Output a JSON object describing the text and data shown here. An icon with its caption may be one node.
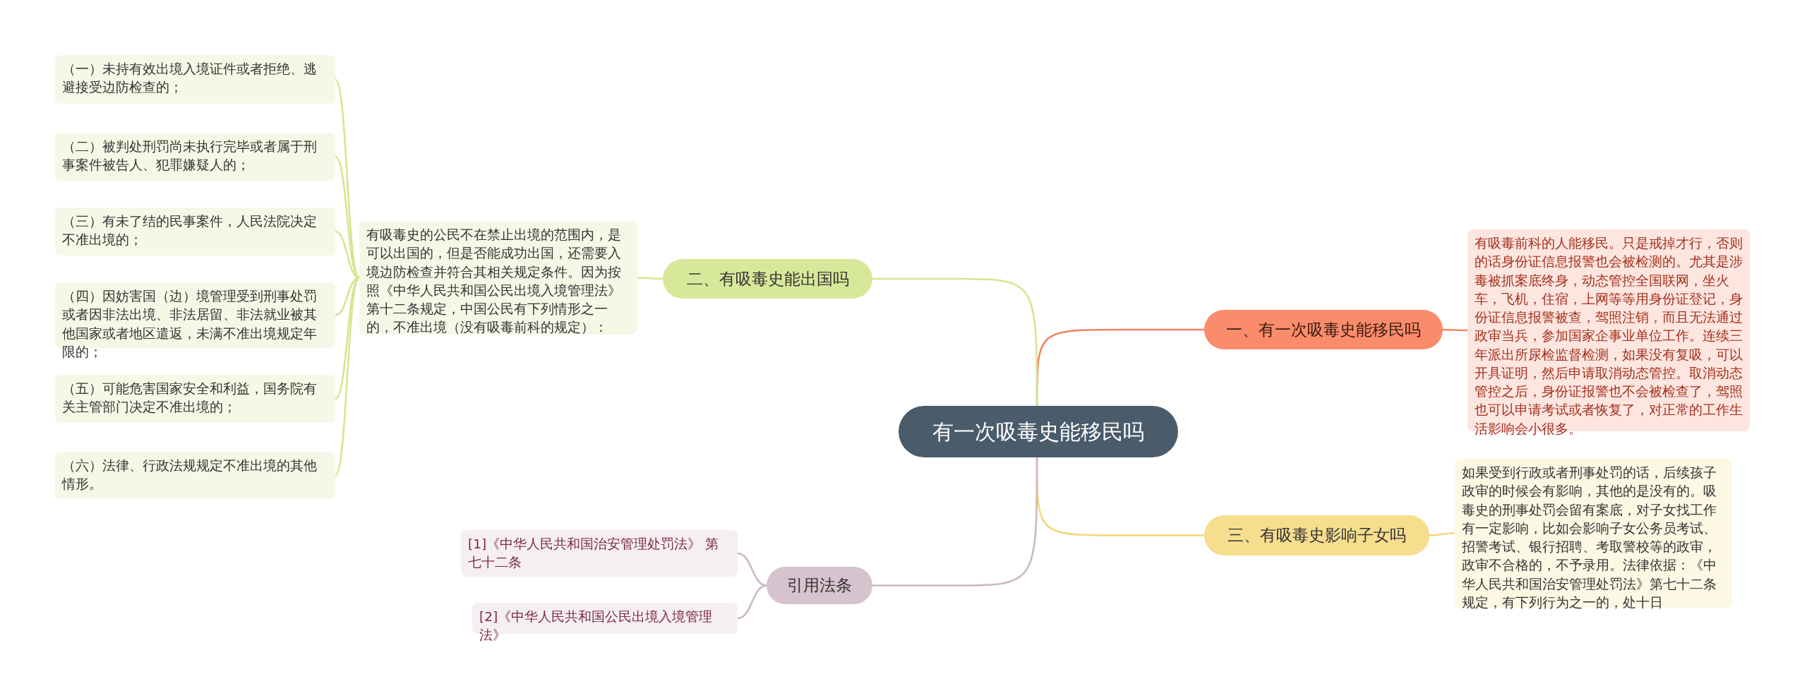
{
  "diagram": {
    "nodes": [
      {
        "text": [
          "有一次吸毒史能移民吗"
        ]
      },
      {
        "text": [
          "一、有一次吸毒史能移民吗"
        ]
      },
      {
        "text": [
          "有吸毒前科的人能移民。只是戒掉才行，否则的话身份证信息报警也会被检测的。尤其是涉毒被抓案底终身，动态管控全国联网，坐火车，飞机，住宿，上网等等用身份证登记，身份证信息报警被查，驾照注销，而且无法通过政审当兵，参加国家企事业单位工作。连续三年派出所尿检监督检测，如果没有复吸，可以开具证明，然后申请取消动态管控。取消动态管控之后，身份证报警也不会被检查了，驾照也可以申请考试或者恢复了，对正常的工作生活影响会小很多。"
        ]
      },
      {
        "text": [
          "二、有吸毒史能出国吗"
        ]
      },
      {
        "text": [
          "有吸毒史的公民不在禁止出境的范围内，是可以出国的，但是否能成功出国，还需要入境边防检查并符合其相关规定条件。因为按照《中华人民共和国公民出境入境管理法》第十二条规定，中国公民有下列情形之一的，不准出境（没有吸毒前科的规定）："
        ]
      },
      {
        "text": [
          "（一）未持有效出境入境证件或者拒绝、逃避接受边防检查的；"
        ]
      },
      {
        "text": [
          "（二）被判处刑罚尚未执行完毕或者属于刑事案件被告人、犯罪嫌疑人的；"
        ]
      },
      {
        "text": [
          "（三）有未了结的民事案件，人民法院决定不准出境的；"
        ]
      },
      {
        "text": [
          "（四）因妨害国（边）境管理受到刑事处罚或者因非法出境、非法居留、非法就业被其他国家或者地区遣返，未满不准出境规定年限的；"
        ]
      },
      {
        "text": [
          "（五）可能危害国家安全和利益，国务院有关主管部门决定不准出境的；"
        ]
      },
      {
        "text": [
          "（六）法律、行政法规规定不准出境的其他情形。"
        ]
      },
      {
        "text": [
          "三、有吸毒史影响子女吗"
        ]
      },
      {
        "text": [
          "如果受到行政或者刑事处罚的话，后续孩子政审的时候会有影响，其他的是没有的。吸毒史的刑事处罚会留有案底，对子女找工作有一定影响，比如会影响子女公务员考试、招警考试、银行招聘、考取警校等的政审，政审不合格的，不予录用。法律依据：《中华人民共和国治安管理处罚法》第七十二条规定，有下列行为之一的，处十日"
        ]
      },
      {
        "text": [
          "引用法条"
        ]
      },
      {
        "text": [
          "[1]《中华人民共和国治安管理处罚法》 第七十二条"
        ]
      },
      {
        "text": [
          "[2]《中华人民共和国公民出境入境管理法》"
        ]
      }
    ],
    "edges": [
      {
        "from": 0,
        "to": 1,
        "arrow": "none",
        "color": "#f08463"
      },
      {
        "from": 1,
        "to": 2,
        "arrow": "none",
        "color": "#f08463"
      },
      {
        "from": 0,
        "to": 3,
        "arrow": "none",
        "color": "#d6e58f"
      },
      {
        "from": 3,
        "to": 4,
        "arrow": "none",
        "color": "#d6e58f"
      },
      {
        "from": 4,
        "to": 5,
        "arrow": "none",
        "color": "#d6e58f"
      },
      {
        "from": 4,
        "to": 6,
        "arrow": "none",
        "color": "#d6e58f"
      },
      {
        "from": 4,
        "to": 7,
        "arrow": "none",
        "color": "#d6e58f"
      },
      {
        "from": 4,
        "to": 8,
        "arrow": "none",
        "color": "#d6e58f"
      },
      {
        "from": 4,
        "to": 9,
        "arrow": "none",
        "color": "#d6e58f"
      },
      {
        "from": 4,
        "to": 10,
        "arrow": "none",
        "color": "#d6e58f"
      },
      {
        "from": 0,
        "to": 11,
        "arrow": "none",
        "color": "#f2d77a"
      },
      {
        "from": 11,
        "to": 12,
        "arrow": "none",
        "color": "#f2d77a"
      },
      {
        "from": 0,
        "to": 13,
        "arrow": "none",
        "color": "#cdb8c2"
      },
      {
        "from": 13,
        "to": 14,
        "arrow": "none",
        "color": "#cdb8c2"
      },
      {
        "from": 13,
        "to": 15,
        "arrow": "none",
        "color": "#cdb8c2"
      }
    ]
  }
}
